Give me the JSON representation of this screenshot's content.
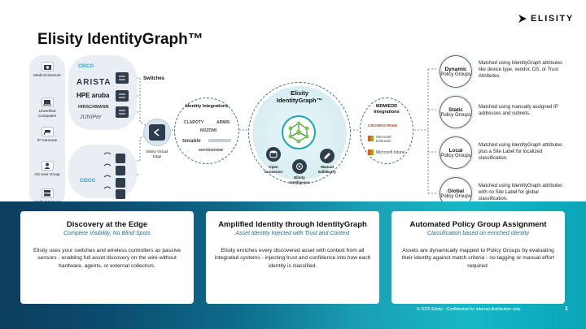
{
  "brand": {
    "name": "ELISITY"
  },
  "title": "Elisity IdentityGraph™",
  "devices": [
    {
      "label": "Medical Devices"
    },
    {
      "label": "Unverified Computers"
    },
    {
      "label": "IP Cameras"
    },
    {
      "label": "AD User Group"
    },
    {
      "label": "Verified Servers"
    }
  ],
  "vendors": {
    "cisco1": "CISCO",
    "arista": "ARISTA",
    "hpe": "HPE aruba",
    "hirschmann": "HIRSCHMANN",
    "juniper": "JUNIPer",
    "cisco2": "CISCO"
  },
  "labels": {
    "switches": "Switches",
    "virtual_edge": "Elisity Virtual Edge"
  },
  "identity": {
    "title": "Identity Integrations",
    "logos": [
      "CLAROTY",
      "ARMIS",
      "NOZOMI",
      "tenable",
      "",
      "servicenow"
    ]
  },
  "center": {
    "title": "Elisity IdentityGraph™",
    "open_connector": "Open Connector",
    "intelligence": "Elisity Intelligence",
    "manual": "Manual Edit/Entry"
  },
  "mdm": {
    "title": "MDM/EDR Integrations",
    "logos": [
      "CROWDSTRIKE",
      "Microsoft Defender",
      "Microsoft Intune"
    ]
  },
  "policy_groups": [
    {
      "name": "Dynamic",
      "suffix": "Policy Groups",
      "desc": "Matched using IdentityGraph attributes like device type, vendor, OS, or Trust Attributes."
    },
    {
      "name": "Static",
      "suffix": "Policy Groups",
      "desc": "Matched using manually assigned IP addresses and subnets."
    },
    {
      "name": "Local",
      "suffix": "Policy Groups",
      "desc": "Matched using IdentityGraph attributes plus a Site Label for localized classification."
    },
    {
      "name": "Global",
      "suffix": "Policy Groups",
      "desc": "Matched using IdentityGraph attributes with no Site Label for global classification."
    }
  ],
  "cards": [
    {
      "heading": "Discovery at the Edge",
      "sub": "Complete Visibility, No Blind Spots",
      "body": "Elisity uses your switches and wireless controllers as passive sensors - enabling full asset discovery on the wire without hardware, agents, or external collectors."
    },
    {
      "heading": "Amplified Identity through IdentityGraph",
      "sub": "Asset Identity Injected with Trust and Context",
      "body": "Elisity enriches every discovered asset with context from all integrated systems - injecting trust and confidence into how each identity is classified."
    },
    {
      "heading": "Automated Policy Group Assignment",
      "sub": "Classification based on enriched identity",
      "body": "Assets are dynamically mapped to Policy Groups by evaluating their identity against match criteria - no tagging or manual effort required."
    }
  ],
  "footer": {
    "text": "© 2025 Elisity - Confidential for internal distribution only.",
    "page": "1"
  },
  "colors": {
    "teal": "#17a7b8",
    "navy": "#0b3d5e",
    "switch_dark": "#2f3d4c",
    "cisco_blue": "#1b9ed9",
    "hpe_orange": "#f7941d"
  }
}
